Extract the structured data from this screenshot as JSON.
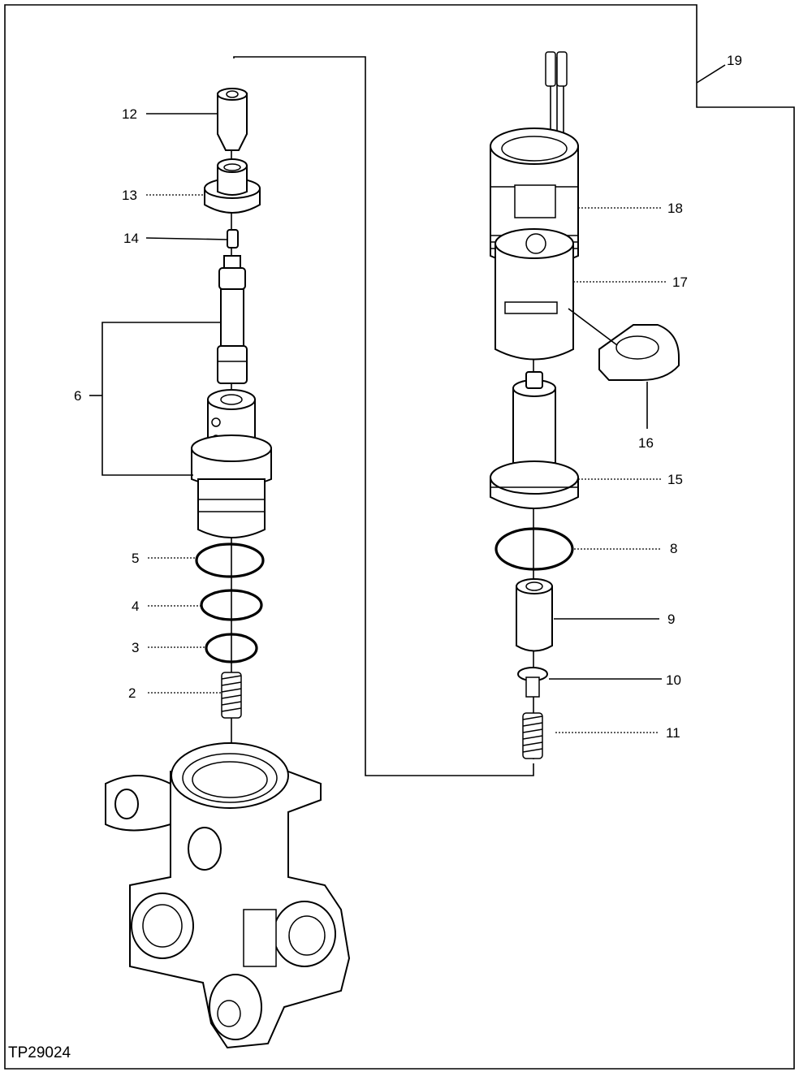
{
  "figure": {
    "reference_code": "TP29024",
    "callouts": {
      "c2": "2",
      "c3": "3",
      "c4": "4",
      "c5": "5",
      "c6": "6",
      "c8": "8",
      "c9": "9",
      "c10": "10",
      "c11": "11",
      "c12": "12",
      "c13": "13",
      "c14": "14",
      "c15": "15",
      "c16": "16",
      "c17": "17",
      "c18": "18",
      "c19": "19"
    }
  }
}
